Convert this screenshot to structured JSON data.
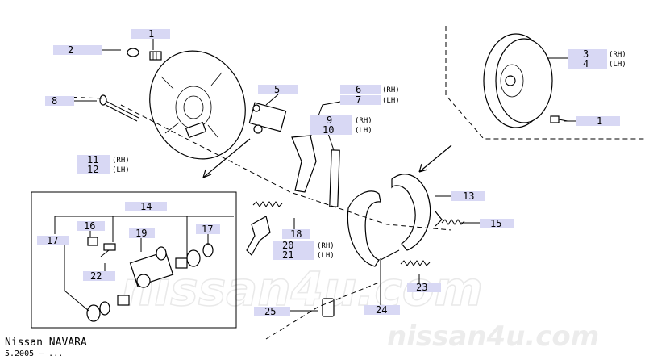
{
  "footer": {
    "model": "Nissan NAVARA",
    "date": "5.2005 – ..."
  },
  "watermark": "nissan4u.com",
  "side_labels": {
    "rh": "(RH)",
    "lh": "(LH)"
  },
  "callouts": {
    "c1a": "1",
    "c2": "2",
    "c3": "3",
    "c4": "4",
    "c1b": "1",
    "c5": "5",
    "c6": "6",
    "c7": "7",
    "c8": "8",
    "c9": "9",
    "c10": "10",
    "c11": "11",
    "c12": "12",
    "c13": "13",
    "c14": "14",
    "c15": "15",
    "c16": "16",
    "c17a": "17",
    "c17b": "17",
    "c18": "18",
    "c19": "19",
    "c20": "20",
    "c21": "21",
    "c22": "22",
    "c23": "23",
    "c24": "24",
    "c25": "25"
  }
}
